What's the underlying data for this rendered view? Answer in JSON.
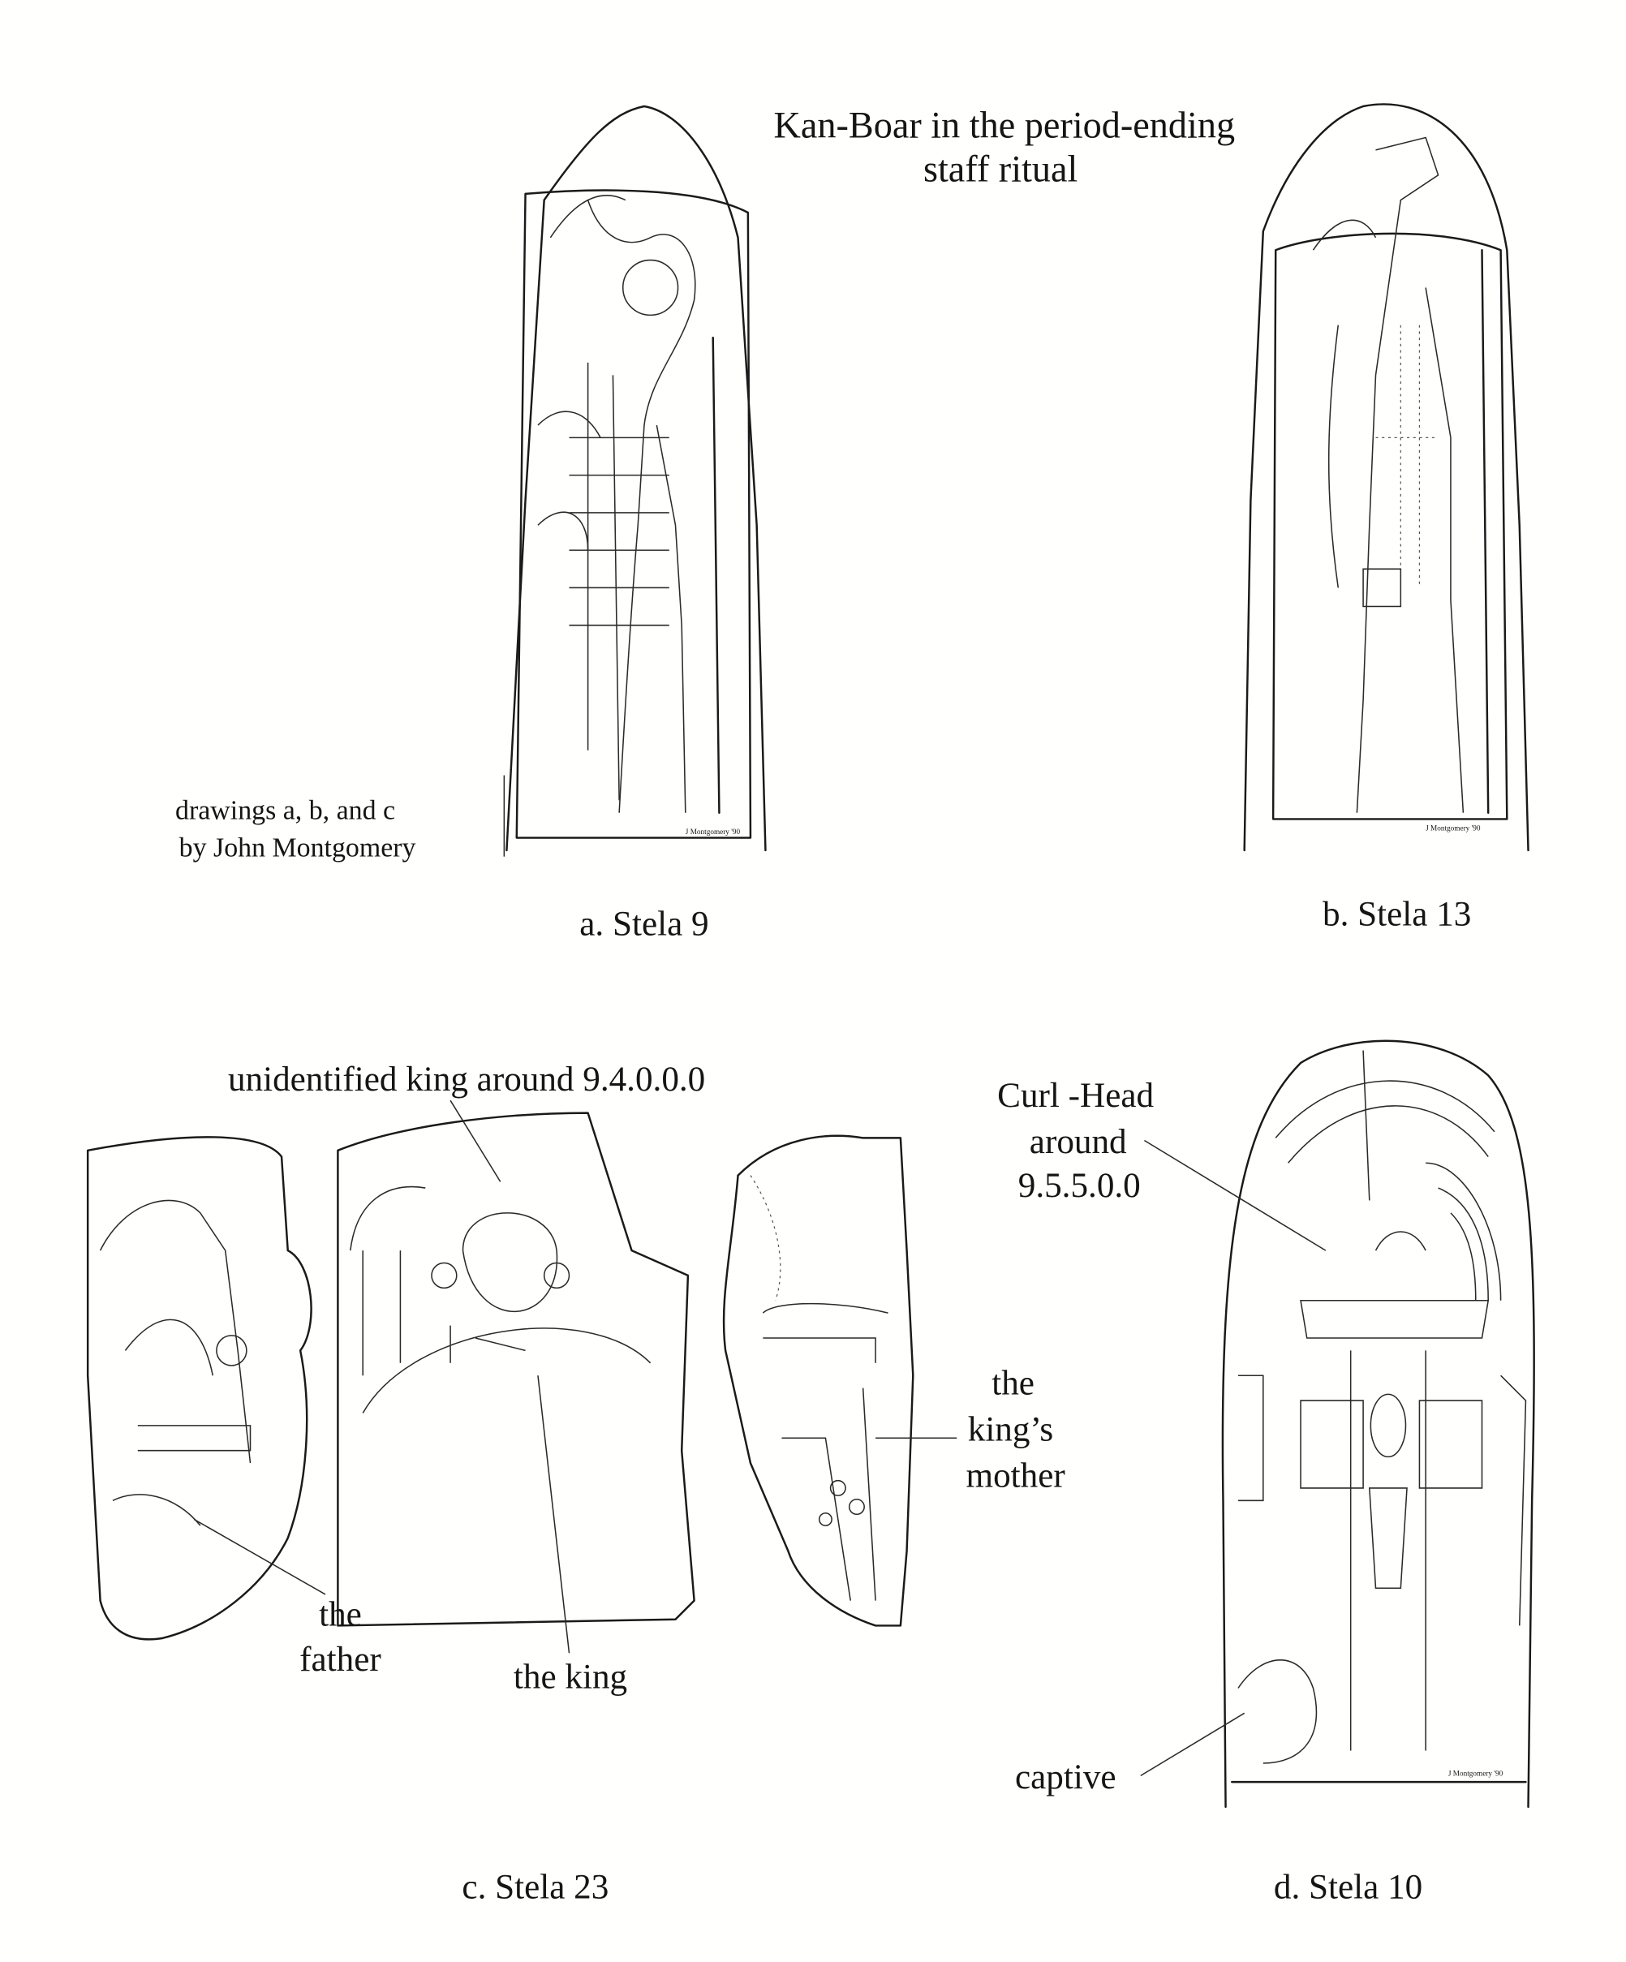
{
  "figures": {
    "a": {
      "caption": "a. Stela 9",
      "note_line1": "Kan-Boar in the period-ending",
      "note_line2": "staff ritual",
      "signature": "J Montgomery '90"
    },
    "b": {
      "caption": "b. Stela 13",
      "signature": "J Montgomery '90"
    },
    "credit": {
      "line1": "drawings a, b, and c",
      "line2": "by John Montgomery"
    },
    "c": {
      "caption": "c. Stela 23",
      "label_top": "unidentified king around 9.4.0.0.0",
      "father_line1": "the",
      "father_line2": "father",
      "king": "the king",
      "mother_line1": "the",
      "mother_line2": "king’s",
      "mother_line3": "mother"
    },
    "d": {
      "caption": "d. Stela 10",
      "curl_line1": "Curl -Head",
      "curl_line2": "around",
      "curl_line3": "9.5.5.0.0",
      "captive": "captive",
      "signature": "J Montgomery '90"
    }
  }
}
